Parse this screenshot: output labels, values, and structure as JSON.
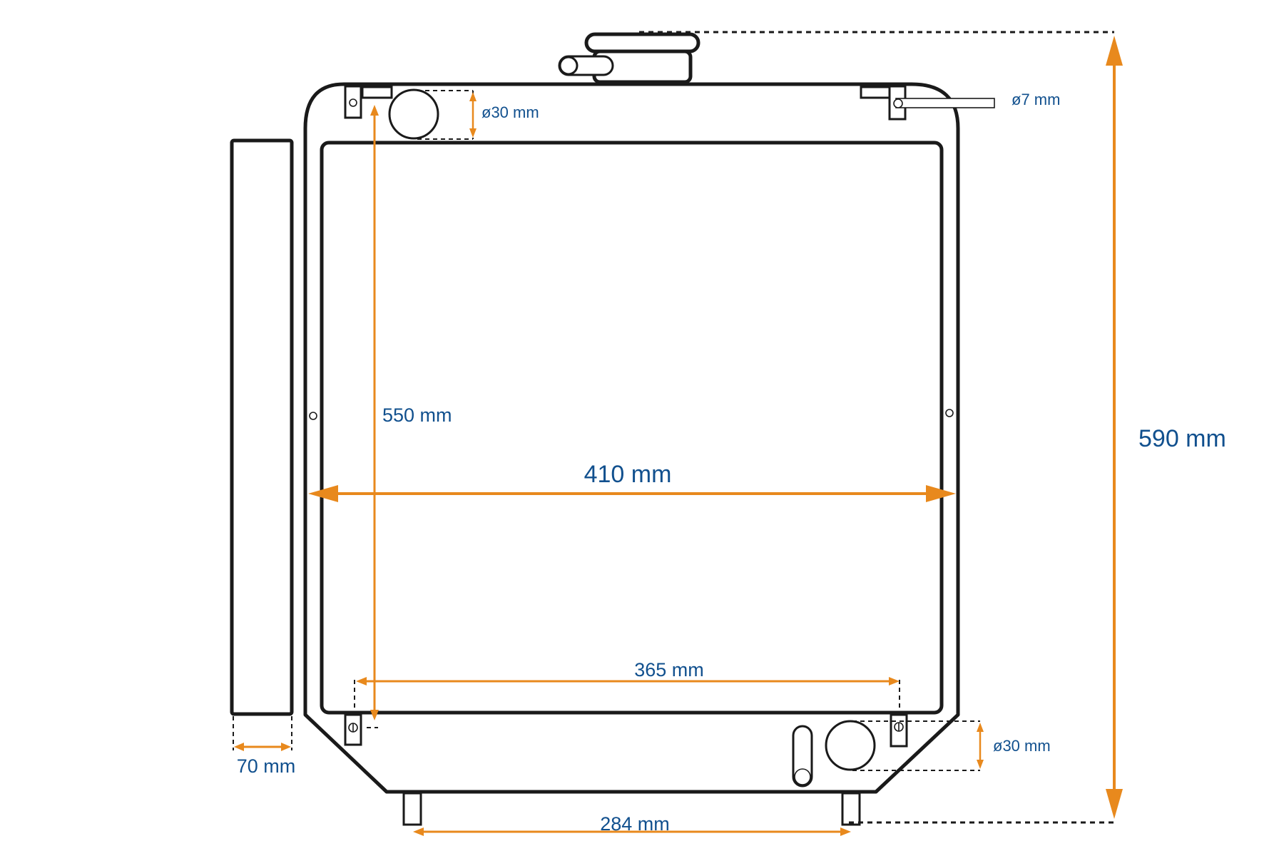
{
  "colors": {
    "dimension_line": "#e8891d",
    "dimension_text": "#11508e",
    "outline": "#1a1a1a",
    "background": "#ffffff"
  },
  "dimensions": {
    "overall_height": "590 mm",
    "core_width": "410 mm",
    "core_height": "550 mm",
    "mount_spacing": "365 mm",
    "outlet_spacing": "284 mm",
    "depth": "70 mm",
    "inlet_diameter": "ø30 mm",
    "outlet_diameter": "ø30 mm",
    "pin_diameter": "ø7 mm"
  }
}
